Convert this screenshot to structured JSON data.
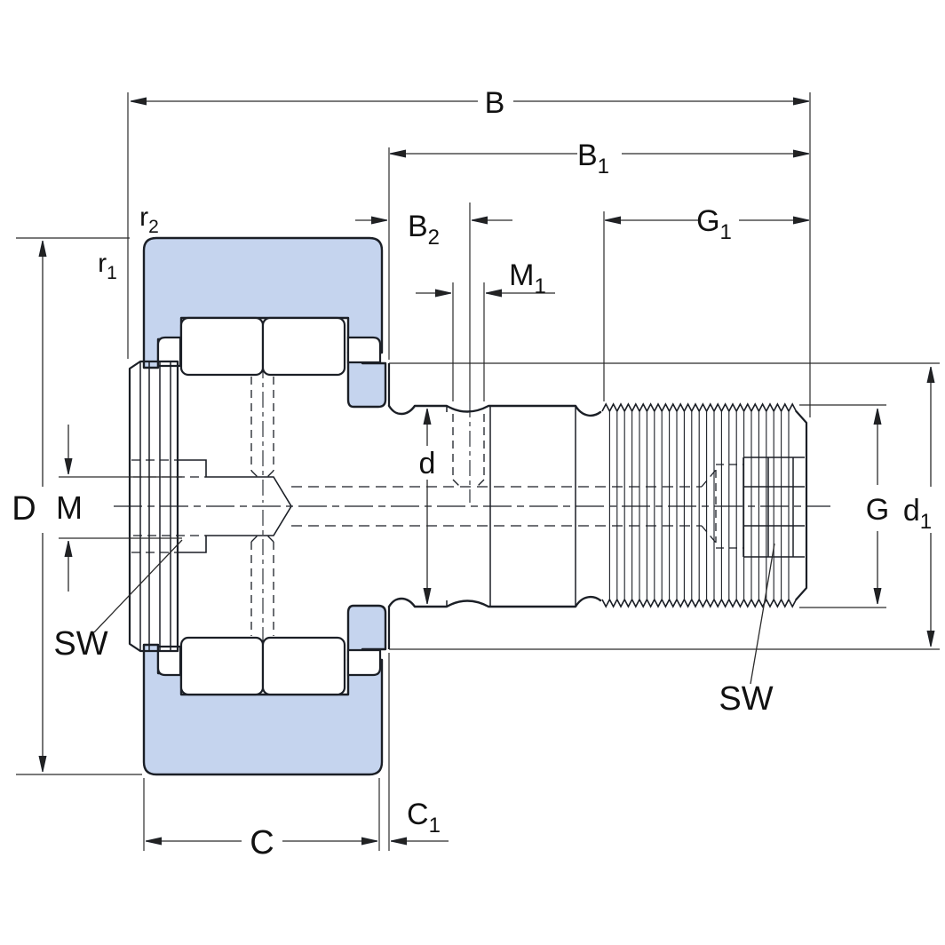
{
  "drawing": {
    "colors": {
      "part_fill": "#c5d4ee",
      "outline": "#1b1f26",
      "dim_line": "#2b2b2b",
      "background": "#ffffff"
    },
    "labels": {
      "B": {
        "main": "B",
        "sub": ""
      },
      "B1": {
        "main": "B",
        "sub": "1"
      },
      "B2": {
        "main": "B",
        "sub": "2"
      },
      "M1": {
        "main": "M",
        "sub": "1"
      },
      "G1": {
        "main": "G",
        "sub": "1"
      },
      "r2": {
        "main": "r",
        "sub": "2"
      },
      "r1": {
        "main": "r",
        "sub": "1"
      },
      "D": {
        "main": "D",
        "sub": ""
      },
      "M": {
        "main": "M",
        "sub": ""
      },
      "SW_left": {
        "main": "SW",
        "sub": ""
      },
      "d": {
        "main": "d",
        "sub": ""
      },
      "G": {
        "main": "G",
        "sub": ""
      },
      "d1": {
        "main": "d",
        "sub": "1"
      },
      "C": {
        "main": "C",
        "sub": ""
      },
      "C1": {
        "main": "C",
        "sub": "1"
      },
      "SW_right": {
        "main": "SW",
        "sub": ""
      }
    }
  }
}
